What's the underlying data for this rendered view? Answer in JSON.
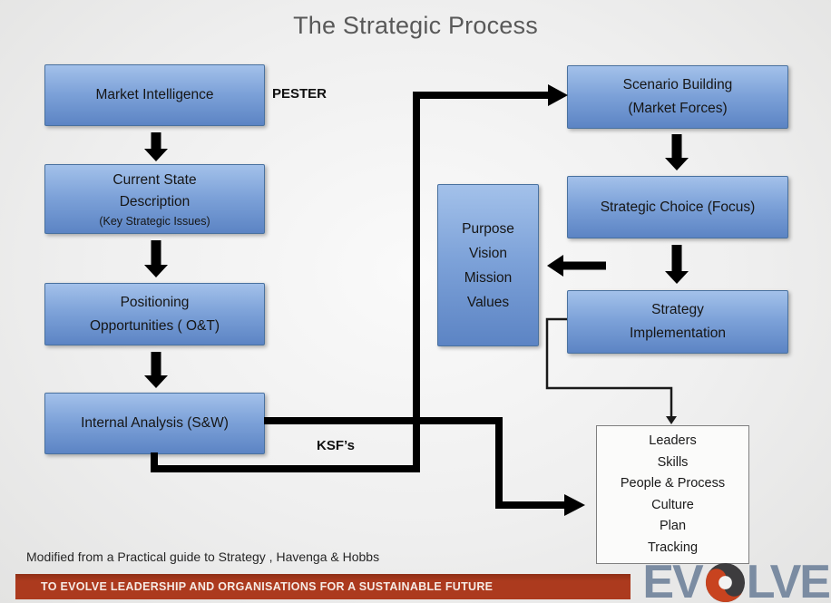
{
  "title": "The Strategic Process",
  "boxes": {
    "market_intelligence": {
      "label": "Market Intelligence"
    },
    "current_state": {
      "line1": "Current State",
      "line2": "Description",
      "line3": "(Key Strategic Issues)"
    },
    "positioning": {
      "line1": "Positioning",
      "line2": "Opportunities ( O&T)"
    },
    "internal_analysis": {
      "label": "Internal Analysis (S&W)"
    },
    "scenario_building": {
      "line1": "Scenario Building",
      "line2": "(Market Forces)"
    },
    "strategic_choice": {
      "label": "Strategic Choice (Focus)"
    },
    "strategy_implementation": {
      "line1": "Strategy",
      "line2": "Implementation"
    },
    "purpose_vision": {
      "lines": [
        "Purpose",
        "Vision",
        "Mission",
        "Values"
      ]
    },
    "leaders": {
      "lines": [
        "Leaders",
        "Skills",
        "People & Process",
        "Culture",
        "Plan",
        "Tracking"
      ]
    }
  },
  "labels": {
    "pester": "PESTER",
    "ksf": "KSF’s"
  },
  "footer": {
    "source_note": "Modified from a Practical guide to Strategy , Havenga & Hobbs",
    "banner_text": "TO EVOLVE LEADERSHIP AND ORGANISATIONS FOR A SUSTAINABLE FUTURE",
    "logo_text_left": "EV",
    "logo_text_right": "LVE"
  },
  "colors": {
    "box_blue_top": "#A3C1EA",
    "box_blue_bottom": "#5C84C4",
    "box_border": "#49719F",
    "banner_red": "#AC3A1E",
    "logo_gray_blue": "#7B8CA2",
    "logo_swirl_orange": "#C8431F",
    "logo_swirl_dark": "#3D3C3E",
    "title_gray": "#595959",
    "arrow_black": "#000000"
  }
}
